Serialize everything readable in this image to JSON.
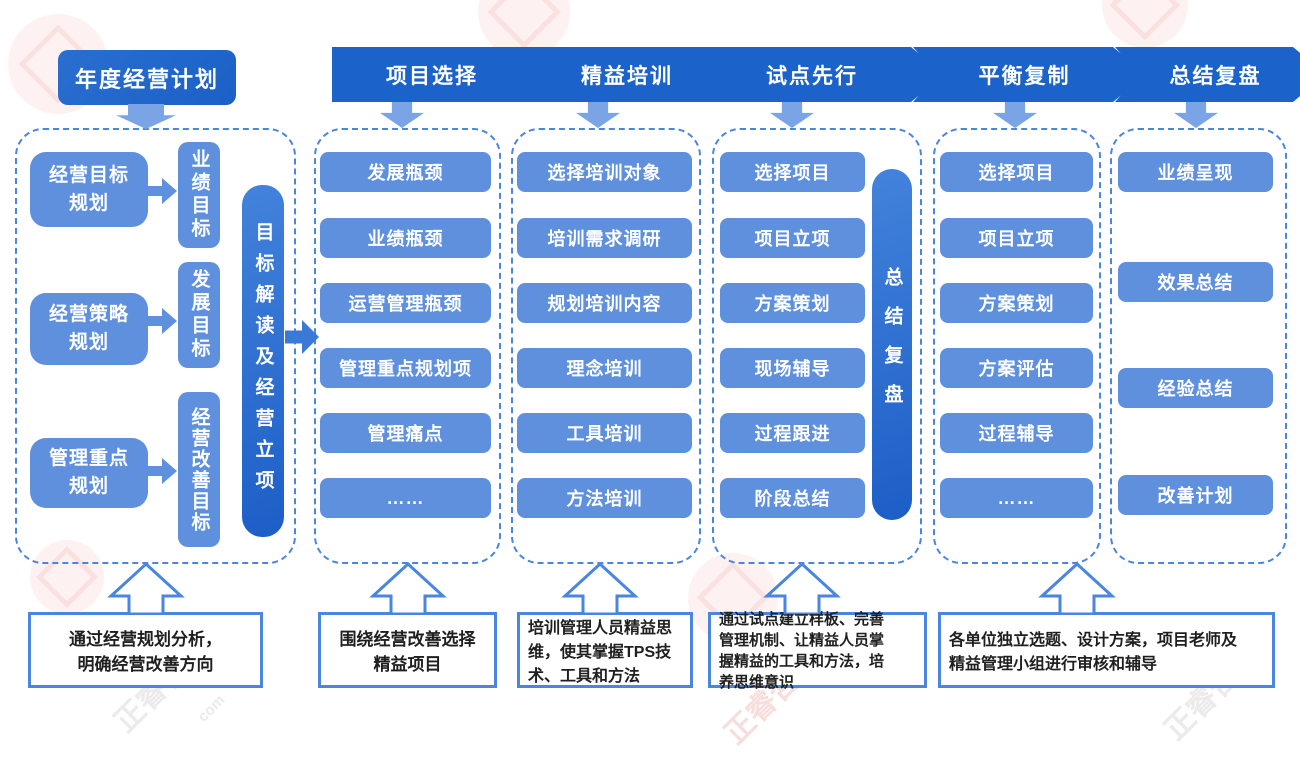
{
  "title": "年度经营计划",
  "annual_plan": {
    "blocks": [
      {
        "source": "经营目标规划",
        "target": "业绩目标"
      },
      {
        "source": "经营策略规划",
        "target": "发展目标"
      },
      {
        "source": "管理重点规划",
        "target": "经营改善目标"
      }
    ],
    "bar": "目标解读及经营立项",
    "note": "通过经营规划分析，\n明确经营改善方向"
  },
  "phases": [
    {
      "banner": "项目选择",
      "items": [
        "发展瓶颈",
        "业绩瓶颈",
        "运营管理瓶颈",
        "管理重点规划项",
        "管理痛点",
        "……"
      ],
      "note": "围绕经营改善选择\n精益项目"
    },
    {
      "banner": "精益培训",
      "items": [
        "选择培训对象",
        "培训需求调研",
        "规划培训内容",
        "理念培训",
        "工具培训",
        "方法培训"
      ],
      "note": "培训管理人员精益思\n维，使其掌握TPS技\n术、工具和方法"
    },
    {
      "banner": "试点先行",
      "items": [
        "选择项目",
        "项目立项",
        "方案策划",
        "现场辅导",
        "过程跟进",
        "阶段总结"
      ],
      "bar": "总结复盘",
      "note": "通过试点建立样板、完善\n管理机制、让精益人员掌\n握精益的工具和方法，培\n养思维意识"
    },
    {
      "banner": "平衡复制",
      "items": [
        "选择项目",
        "项目立项",
        "方案策划",
        "方案评估",
        "过程辅导",
        "……"
      ],
      "note": "各单位独立选题、设计方案，项目老师及\n精益管理小组进行审核和辅导"
    },
    {
      "banner": "总结复盘",
      "items": [
        "业绩呈现",
        "效果总结",
        "经验总结",
        "改善计划"
      ]
    }
  ],
  "watermark": {
    "brand": "正睿咨询",
    "suffix": "com"
  },
  "colors": {
    "banner_blue": "#1b63ca",
    "item_blue": "#5f90de",
    "bar_blue": "#2a6ed0",
    "dash_blue": "#4a86e0",
    "arrow_light": "#7aa4e6"
  }
}
